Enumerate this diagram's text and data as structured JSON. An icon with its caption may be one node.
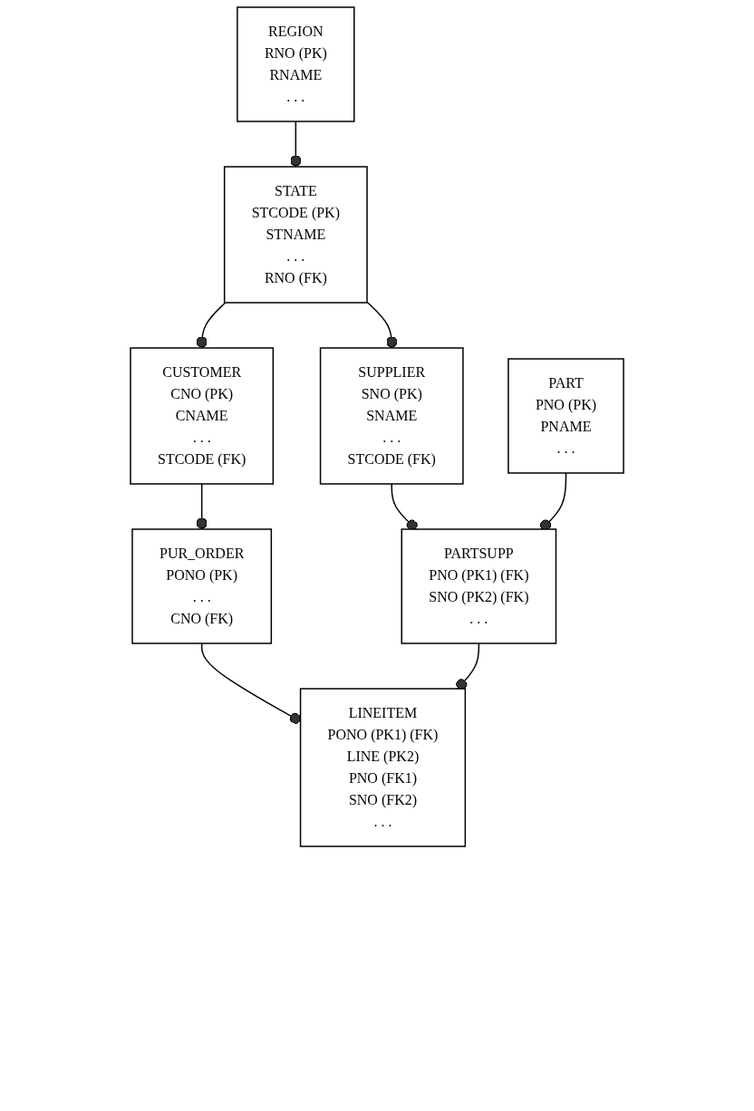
{
  "diagram": {
    "nodes": [
      {
        "text": [
          "REGION",
          "RNO (PK)",
          "RNAME",
          ". . ."
        ]
      },
      {
        "text": [
          "STATE",
          "STCODE (PK)",
          "STNAME",
          ". . .",
          "RNO (FK)"
        ]
      },
      {
        "text": [
          "CUSTOMER",
          "CNO (PK)",
          "CNAME",
          ". . .",
          "STCODE (FK)"
        ]
      },
      {
        "text": [
          "SUPPLIER",
          "SNO (PK)",
          "SNAME",
          ". . .",
          "STCODE (FK)"
        ]
      },
      {
        "text": [
          "PART",
          "PNO (PK)",
          "PNAME",
          ". . ."
        ]
      },
      {
        "text": [
          "PUR_ORDER",
          "PONO (PK)",
          ". . .",
          "CNO (FK)"
        ]
      },
      {
        "text": [
          "PARTSUPP",
          "PNO (PK1) (FK)",
          "SNO (PK2) (FK)",
          ". . ."
        ]
      },
      {
        "text": [
          "LINEITEM",
          "PONO (PK1) (FK)",
          "LINE (PK2)",
          "PNO (FK1)",
          "SNO (FK2)",
          ". . ."
        ]
      }
    ],
    "edges": [
      {
        "from": 0,
        "to": 1,
        "arrow": "other"
      },
      {
        "from": 1,
        "to": 2,
        "arrow": "other"
      },
      {
        "from": 1,
        "to": 3,
        "arrow": "other"
      },
      {
        "from": 2,
        "to": 5,
        "arrow": "other"
      },
      {
        "from": 3,
        "to": 6,
        "arrow": "other"
      },
      {
        "from": 4,
        "to": 6,
        "arrow": "other"
      },
      {
        "from": 5,
        "to": 7,
        "arrow": "other"
      },
      {
        "from": 6,
        "to": 7,
        "arrow": "other"
      }
    ]
  }
}
